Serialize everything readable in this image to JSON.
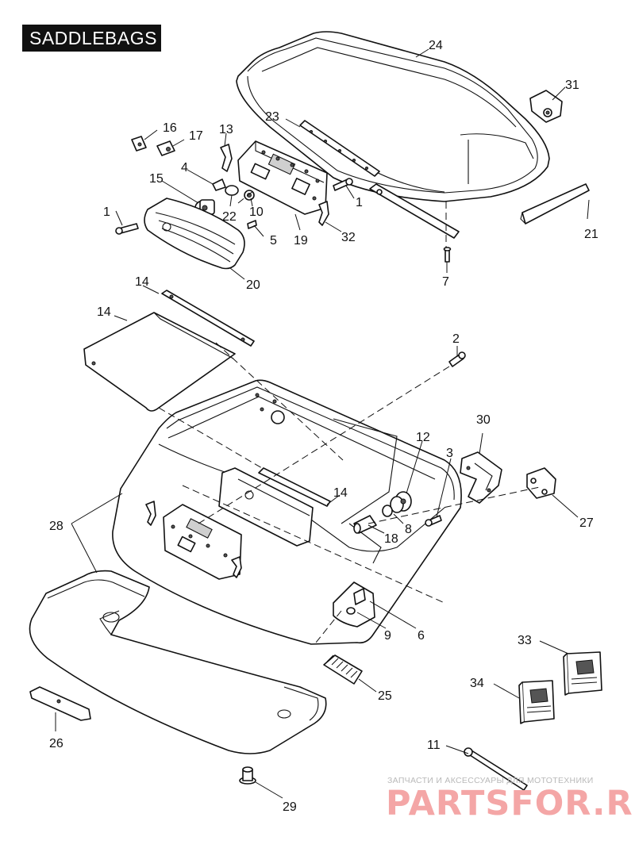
{
  "title": "SADDLEBAGS",
  "callouts": [
    {
      "id": "c1a",
      "label": "1"
    },
    {
      "id": "c1b",
      "label": "1"
    },
    {
      "id": "c2",
      "label": "2"
    },
    {
      "id": "c3",
      "label": "3"
    },
    {
      "id": "c4",
      "label": "4"
    },
    {
      "id": "c5",
      "label": "5"
    },
    {
      "id": "c6",
      "label": "6"
    },
    {
      "id": "c7",
      "label": "7"
    },
    {
      "id": "c8",
      "label": "8"
    },
    {
      "id": "c9",
      "label": "9"
    },
    {
      "id": "c10",
      "label": "10"
    },
    {
      "id": "c11",
      "label": "11"
    },
    {
      "id": "c12",
      "label": "12"
    },
    {
      "id": "c13",
      "label": "13"
    },
    {
      "id": "c14a",
      "label": "14"
    },
    {
      "id": "c14b",
      "label": "14"
    },
    {
      "id": "c14c",
      "label": "14"
    },
    {
      "id": "c15",
      "label": "15"
    },
    {
      "id": "c16",
      "label": "16"
    },
    {
      "id": "c17",
      "label": "17"
    },
    {
      "id": "c18",
      "label": "18"
    },
    {
      "id": "c19",
      "label": "19"
    },
    {
      "id": "c20",
      "label": "20"
    },
    {
      "id": "c21",
      "label": "21"
    },
    {
      "id": "c22",
      "label": "22"
    },
    {
      "id": "c23",
      "label": "23"
    },
    {
      "id": "c24",
      "label": "24"
    },
    {
      "id": "c25",
      "label": "25"
    },
    {
      "id": "c26",
      "label": "26"
    },
    {
      "id": "c27",
      "label": "27"
    },
    {
      "id": "c28",
      "label": "28"
    },
    {
      "id": "c29",
      "label": "29"
    },
    {
      "id": "c30",
      "label": "30"
    },
    {
      "id": "c31",
      "label": "31"
    },
    {
      "id": "c32",
      "label": "32"
    },
    {
      "id": "c33",
      "label": "33"
    },
    {
      "id": "c34",
      "label": "34"
    }
  ],
  "watermark": {
    "small_text": "ЗАПЧАСТИ И АКСЕССУАРЫ ДЛЯ МОТОТЕХНИКИ",
    "big_text": "PARTSFOR.RU",
    "color": "#f4a6a6"
  }
}
